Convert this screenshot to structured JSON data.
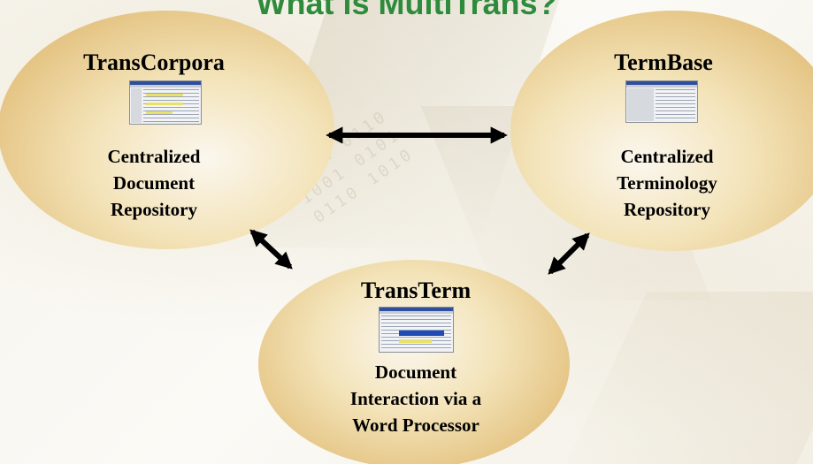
{
  "title": "What is MultiTrans?",
  "nodes": {
    "transcorpora": {
      "title": "TransCorpora",
      "description": [
        "Centralized",
        "Document",
        "Repository"
      ]
    },
    "termbase": {
      "title": "TermBase",
      "description": [
        "Centralized",
        "Terminology",
        "Repository"
      ]
    },
    "transterm": {
      "title": "TransTerm",
      "description": [
        "Document",
        "Interaction via a",
        "Word Processor"
      ]
    }
  },
  "colors": {
    "title": "#2e8b3c",
    "node_fill": "#e5c585",
    "arrow": "#000000"
  },
  "icons": [
    "screenshot-thumbnail",
    "double-arrow"
  ]
}
